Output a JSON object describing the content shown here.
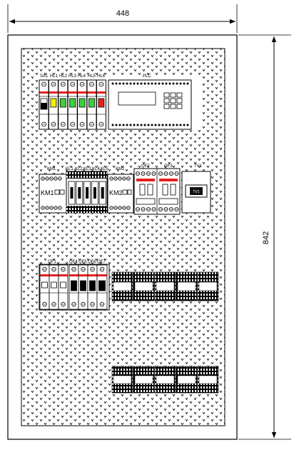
{
  "dimensions": {
    "width_label": "448",
    "height_label": "842"
  },
  "labels": {
    "sa1": "SA1",
    "hl1": "HL1",
    "hl2": "HL2",
    "hl3": "HL3",
    "hl4": "HL4",
    "hl5": "HL5",
    "hl6": "HL6",
    "plc": "PLC",
    "km1": "KM1",
    "kl1": "KL1",
    "kl2": "KL2",
    "kl3": "KL3",
    "kl4": "KL4",
    "kl5": "KL5",
    "km2": "KM2",
    "qf2": "QF2",
    "qf3": "QF3",
    "tv1": "TV1",
    "qf1": "QF1",
    "qf4": "QF4",
    "qf5": "QF5",
    "qf6": "QF6",
    "qf7": "QF7",
    "km1_face": "KM1",
    "km2_face": "KM2",
    "tv1_face": "TV1"
  },
  "lamp_colors": [
    "#f2f200",
    "#3fcf3f",
    "#3fcf3f",
    "#3fcf3f",
    "#3fcf3f",
    "#e62020"
  ],
  "accent_red": "#e62020"
}
